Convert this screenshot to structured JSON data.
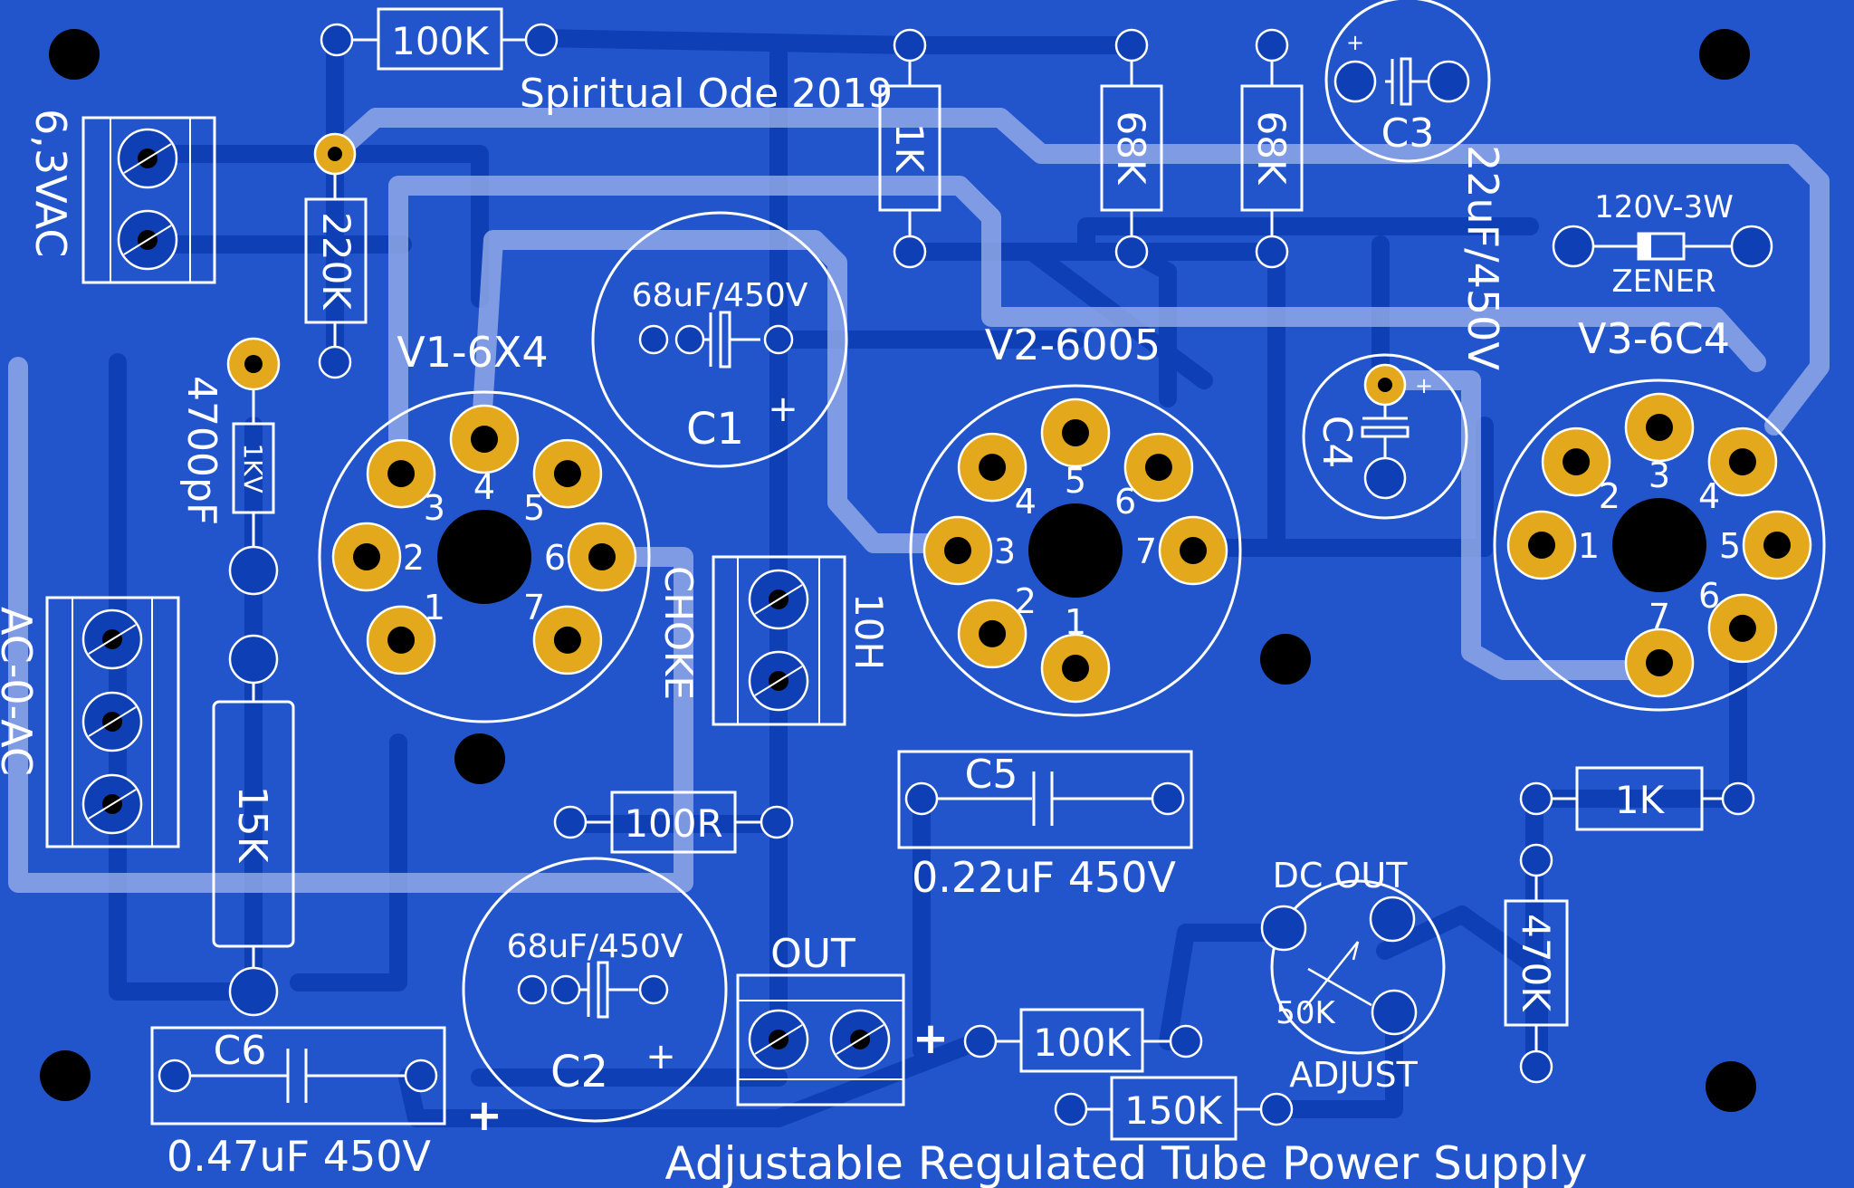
{
  "board": {
    "title": "Spiritual Ode 2019",
    "subtitle": "Adjustable Regulated Tube Power Supply",
    "colors": {
      "background": "#2255cc",
      "trace": "#0f3fb4",
      "trace_light": "#8ea8e6",
      "pad_gold": "#e3a81c",
      "silk": "#ffffff",
      "hole": "#000000"
    }
  },
  "tubes": {
    "v1": {
      "label": "V1-6X4",
      "pins": [
        "1",
        "2",
        "3",
        "4",
        "5",
        "6",
        "7"
      ]
    },
    "v2": {
      "label": "V2-6005",
      "pins": [
        "1",
        "2",
        "3",
        "4",
        "5",
        "6",
        "7"
      ]
    },
    "v3": {
      "label": "V3-6C4",
      "pins": [
        "1",
        "2",
        "3",
        "4",
        "5",
        "6",
        "7"
      ]
    }
  },
  "capacitors": {
    "c1": {
      "label": "C1",
      "value": "68uF/450V",
      "polarity": "+"
    },
    "c2": {
      "label": "C2",
      "value": "68uF/450V",
      "polarity": "+"
    },
    "c3": {
      "label": "C3",
      "value": "22uF/450V",
      "polarity": "+"
    },
    "c4": {
      "label": "C4",
      "polarity": "+"
    },
    "c5": {
      "label": "C5",
      "value": "0.22uF 450V"
    },
    "c6": {
      "label": "C6",
      "value": "0.47uF  450V"
    },
    "c_hv": {
      "value_main": "4700pF",
      "value_voltage": "1KV"
    }
  },
  "resistors": {
    "r_top": "100K",
    "r_220k": "220K",
    "r_1k_top": "1K",
    "r_68k_a": "68K",
    "r_68k_b": "68K",
    "r_15k": "15K",
    "r_100r": "100R",
    "r_1k_right": "1K",
    "r_470k": "470K",
    "r_100k_bottom": "100K",
    "r_150k": "150K"
  },
  "zener": {
    "value": "120V-3W",
    "label": "ZENER"
  },
  "connectors": {
    "heater": "6,3VAC",
    "ac_in": "AC-0-AC",
    "choke": "CHOKE",
    "choke_value": "10H",
    "out": "OUT",
    "out_plus": "+",
    "c6_plus": "+"
  },
  "pot": {
    "top_label": "DC OUT",
    "value": "50K",
    "bottom_label": "ADJUST"
  }
}
